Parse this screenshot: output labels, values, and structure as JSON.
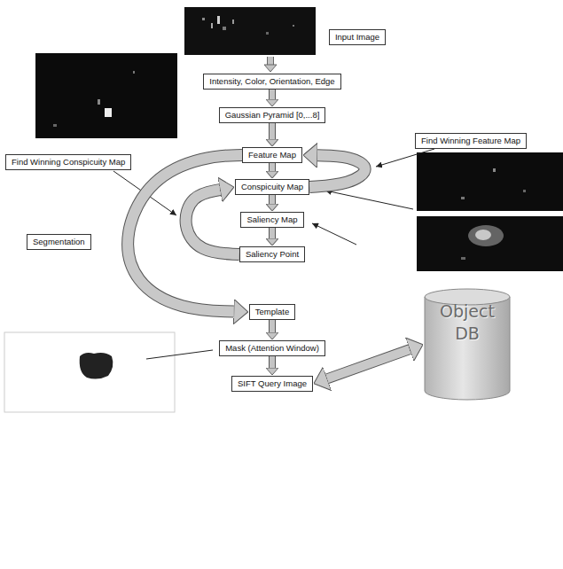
{
  "diagram": {
    "nodes": [
      {
        "text": [
          "Input Image"
        ]
      },
      {
        "text": [
          "Intensity, Color, Orientation, Edge"
        ]
      },
      {
        "text": [
          "Gaussian Pyramid [0,...8]"
        ]
      },
      {
        "text": [
          "Find Winning Conspicuity Map"
        ]
      },
      {
        "text": [
          "Feature Map"
        ]
      },
      {
        "text": [
          "Find Winning Feature Map"
        ]
      },
      {
        "text": [
          "Conspicuity Map"
        ]
      },
      {
        "text": [
          "Segmentation"
        ]
      },
      {
        "text": [
          "Saliency Map"
        ]
      },
      {
        "text": [
          "Saliency Point"
        ]
      },
      {
        "text": [
          "Template"
        ]
      },
      {
        "text": [
          "Mask (Attention Window)"
        ]
      },
      {
        "text": [
          "Object DB"
        ]
      },
      {
        "text": [
          "SIFT Query Image"
        ]
      }
    ],
    "edges": [
      {
        "from": 1,
        "to": 2,
        "arrow": "to"
      },
      {
        "from": 2,
        "to": 4,
        "arrow": "to"
      },
      {
        "from": 4,
        "to": 6,
        "arrow": "to"
      },
      {
        "from": 6,
        "to": 8,
        "arrow": "to"
      },
      {
        "from": 8,
        "to": 9,
        "arrow": "to"
      },
      {
        "from": 10,
        "to": 11,
        "arrow": "to"
      },
      {
        "from": 11,
        "to": 13,
        "arrow": "to"
      },
      {
        "from": 6,
        "to": 4,
        "arrow": "to"
      },
      {
        "from": 9,
        "to": 6,
        "arrow": "to"
      },
      {
        "from": 4,
        "to": 10,
        "arrow": "to"
      },
      {
        "from": 13,
        "to": 12,
        "arrow": "both"
      }
    ]
  }
}
